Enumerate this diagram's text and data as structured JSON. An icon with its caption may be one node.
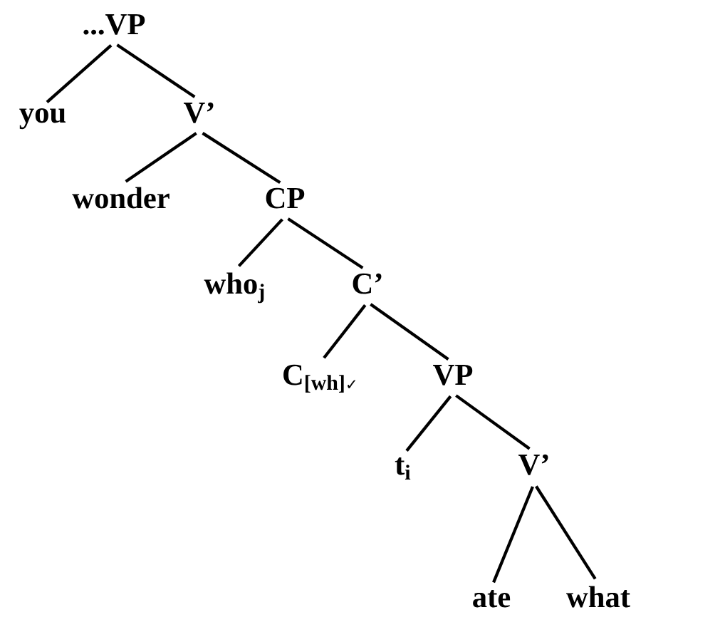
{
  "diagram": {
    "nodes": [
      {
        "text": [
          "...VP"
        ]
      },
      {
        "text": [
          "you"
        ]
      },
      {
        "text": [
          "V’"
        ]
      },
      {
        "text": [
          "wonder"
        ]
      },
      {
        "text": [
          "CP"
        ]
      },
      {
        "text": [
          "who$_{j}$"
        ]
      },
      {
        "text": [
          "C’"
        ]
      },
      {
        "text": [
          "C$_{[wh]✓}$"
        ]
      },
      {
        "text": [
          "VP"
        ]
      },
      {
        "text": [
          "t$_{i}$"
        ]
      },
      {
        "text": [
          "V’"
        ]
      },
      {
        "text": [
          "ate"
        ]
      },
      {
        "text": [
          "what"
        ]
      }
    ],
    "edges": [
      {
        "from": 0,
        "to": 1,
        "arrow": "none"
      },
      {
        "from": 0,
        "to": 2,
        "arrow": "none"
      },
      {
        "from": 2,
        "to": 3,
        "arrow": "none"
      },
      {
        "from": 2,
        "to": 4,
        "arrow": "none"
      },
      {
        "from": 4,
        "to": 5,
        "arrow": "none"
      },
      {
        "from": 4,
        "to": 6,
        "arrow": "none"
      },
      {
        "from": 6,
        "to": 7,
        "arrow": "none"
      },
      {
        "from": 6,
        "to": 8,
        "arrow": "none"
      },
      {
        "from": 8,
        "to": 9,
        "arrow": "none"
      },
      {
        "from": 8,
        "to": 10,
        "arrow": "none"
      },
      {
        "from": 10,
        "to": 11,
        "arrow": "none"
      },
      {
        "from": 10,
        "to": 12,
        "arrow": "none"
      }
    ]
  }
}
